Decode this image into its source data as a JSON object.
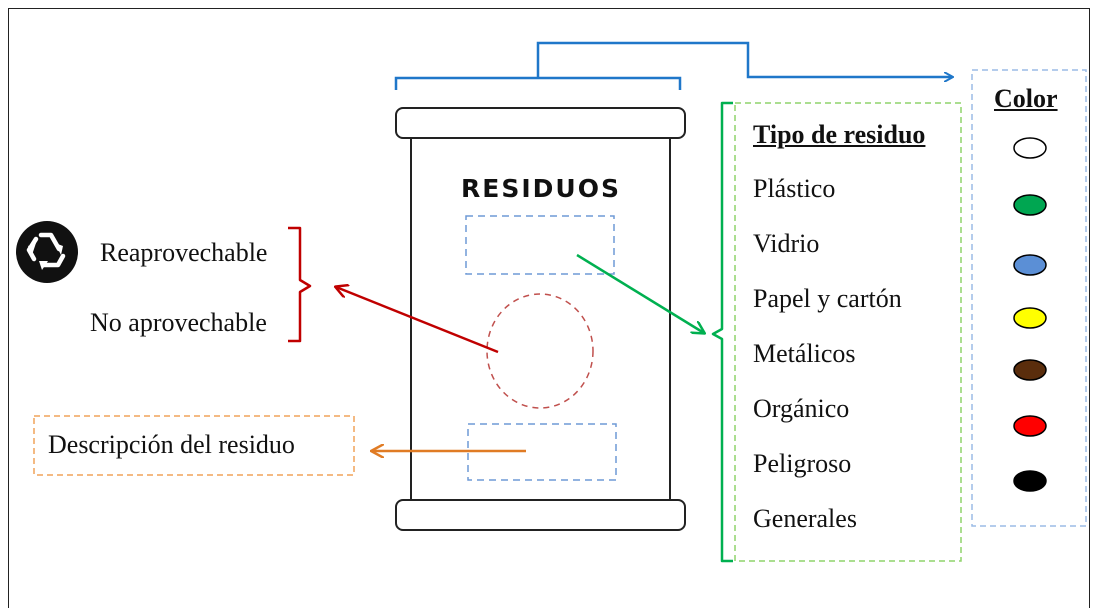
{
  "bin": {
    "title": "RESIDUOS"
  },
  "reuse": {
    "recyclable_label": "Reaprovechable",
    "non_recyclable_label": "No aprovechable",
    "icon": "recycle-icon"
  },
  "description_label": "Descripción del residuo",
  "waste_types": {
    "header": "Tipo de residuo",
    "items": [
      "Plástico",
      "Vidrio",
      "Papel y cartón",
      "Metálicos",
      "Orgánico",
      "Peligroso",
      "Generales"
    ]
  },
  "colors": {
    "header": "Color",
    "swatches": [
      "#ffffff",
      "#00a651",
      "#5b8fd6",
      "#ffff00",
      "#5a2d0c",
      "#ff0000",
      "#000000"
    ]
  },
  "accent_colors": {
    "bracket_blue": "#1f77c9",
    "arrow_green": "#00b050",
    "arrow_red": "#c00000",
    "arrow_orange": "#e07b24",
    "dash_blue": "#6f9ad6",
    "dash_green": "#8fd46b",
    "dash_orange": "#f0a35a",
    "circle_red": "#c0504d"
  }
}
